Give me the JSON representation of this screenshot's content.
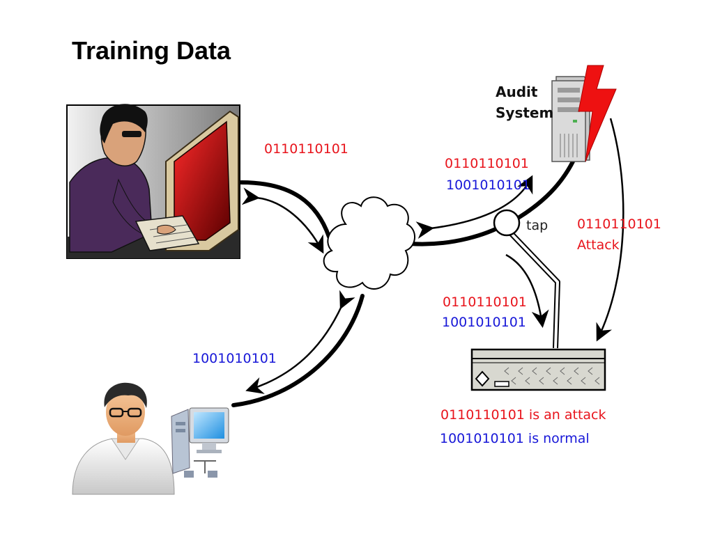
{
  "title": "Training Data",
  "audit_system": {
    "line1": "Audit",
    "line2": "System"
  },
  "tap_label": "tap",
  "labels": {
    "attacker_data": "0110110101",
    "normal_user_data": "1001010101",
    "audit_attack_bits": "0110110101",
    "audit_normal_bits": "1001010101",
    "attack_bits_right": "0110110101",
    "attack_word": "Attack",
    "tap_attack_bits": "0110110101",
    "tap_normal_bits": "1001010101"
  },
  "result": {
    "attack": "0110110101 is an attack",
    "normal": "1001010101 is normal"
  },
  "colors": {
    "attack": "#e8141c",
    "normal": "#1818d8",
    "lightning": "#ee1111"
  },
  "icons": {
    "attacker": "hacker-at-computer-icon",
    "user": "user-avatar-icon",
    "workstation": "workstation-icon",
    "network": "cloud-icon",
    "server": "server-tower-icon",
    "alert": "lightning-bolt-icon",
    "tap": "network-tap-icon",
    "sensor": "ids-appliance-icon"
  }
}
